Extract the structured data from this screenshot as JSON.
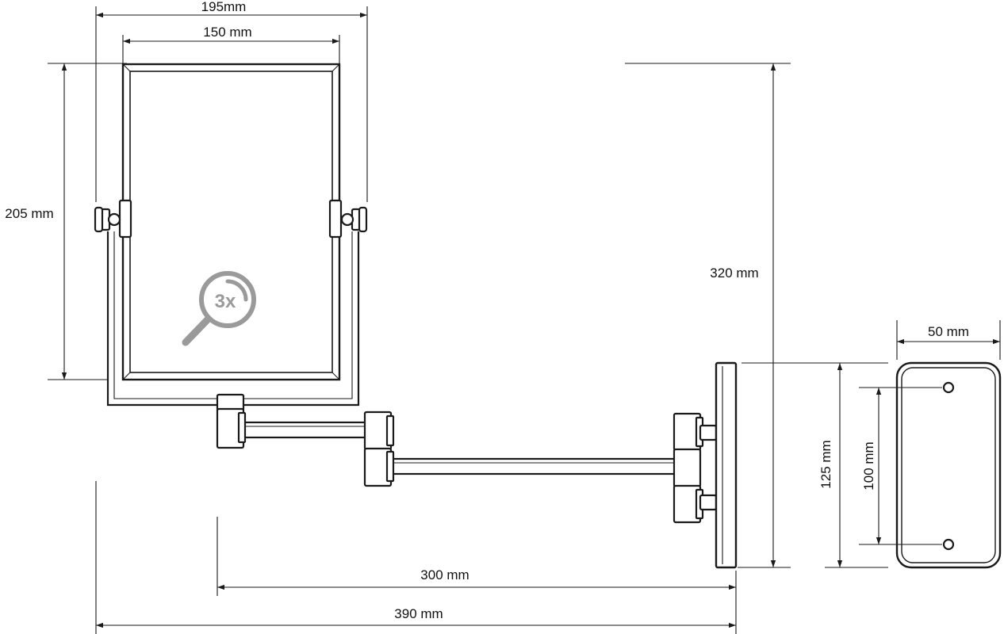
{
  "dimensions": {
    "overall_width": "195mm",
    "mirror_width": "150 mm",
    "mirror_height": "205 mm",
    "total_height": "320 mm",
    "plate_width": "50 mm",
    "plate_height": "125 mm",
    "hole_spacing": "100 mm",
    "arm_reach": "300 mm",
    "total_reach": "390 mm"
  },
  "magnification_badge": {
    "label": "3x",
    "icon": "magnifier-icon",
    "color": "#9a9a9a"
  },
  "colors": {
    "line": "#1a1a1a",
    "background": "#ffffff"
  }
}
